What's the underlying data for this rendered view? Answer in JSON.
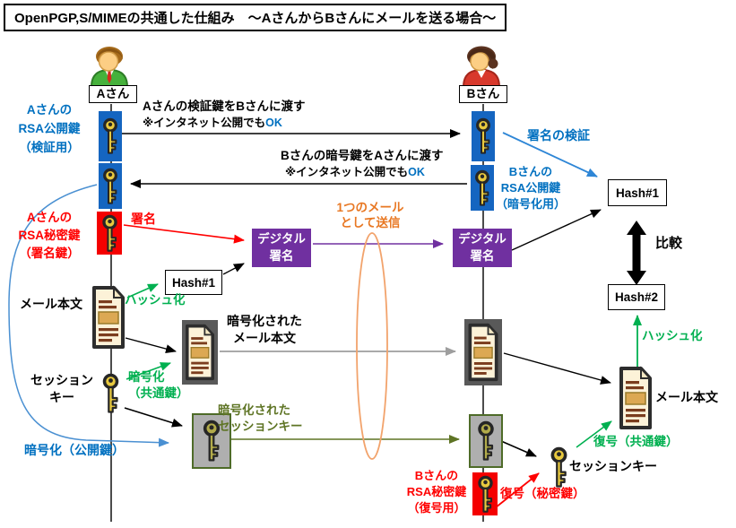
{
  "title": "OpenPGP,S/MIMEの共通した仕組み　～AさんからBさんにメールを送る場合～",
  "actors": {
    "a": "Aさん",
    "b": "Bさん"
  },
  "key_exchange": {
    "pass_verify_key": "Aさんの検証鍵をBさんに渡す",
    "pass_encrypt_key": "Bさんの暗号鍵をAさんに渡す",
    "internet_ok": "※インタネット公開でも",
    "internet_ok_suffix": "OK"
  },
  "sender": {
    "a_public_key": "Aさんの\nRSA公開鍵\n（検証用）",
    "a_private_key": "Aさんの\nRSA秘密鍵\n（署名鍵）",
    "sign": "署名",
    "hash1": "Hash#1",
    "hashing": "ハッシュ化",
    "mail_body": "メール本文",
    "encrypted_mail": "暗号化された\nメール本文",
    "session_key": "セッション\nキー",
    "encrypt_common": "暗号化\n（共通鍵）",
    "encrypted_session_key": "暗号化された\nセッションキー",
    "encrypt_public": "暗号化（公開鍵）"
  },
  "transfer": {
    "digital_signature": "デジタル\n署名",
    "one_mail": "1つのメール\nとして送信"
  },
  "receiver": {
    "signature_verify": "署名の検証",
    "b_public_key": "Bさんの\nRSA公開鍵\n（暗号化用）",
    "hash1": "Hash#1",
    "compare": "比較",
    "hash2": "Hash#2",
    "hashing": "ハッシュ化",
    "mail_body": "メール本文",
    "decrypt_common": "復号（共通鍵）",
    "session_key": "セッションキー",
    "decrypt_secret": "復号（秘密鍵）",
    "b_private_key": "Bさんの\nRSA秘密鍵\n（復号用）"
  },
  "colors": {
    "blue_text": "#0070C0",
    "red_text": "#FF0000",
    "green_text": "#00B050",
    "olive_text": "#5E7424",
    "orange_text": "#E87722",
    "purple_box": "#7030A0",
    "key_gold": "#E8C93E",
    "key_bg_blue": "#1565C0",
    "key_bg_red": "#F40000",
    "encrypted_bg_gray": "#595959",
    "gray_arrow": "#9E9E9E",
    "curve_blue": "#4A90D2",
    "ellipse_orange": "#F2A36C"
  }
}
